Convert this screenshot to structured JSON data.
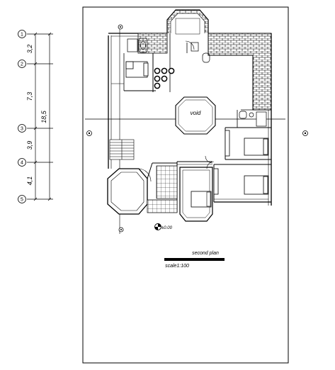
{
  "grid_axes": [
    "1",
    "2",
    "3",
    "4",
    "5"
  ],
  "dimensions": [
    "3,2",
    "7,3",
    "3,9",
    "4,1"
  ],
  "overall_dimension": "18,5",
  "room_label": "void",
  "level_mark": "±0.00",
  "plan_title": "second plan",
  "scale_label": "scale1:100",
  "colors": {
    "line": "#000000",
    "background": "#ffffff"
  }
}
